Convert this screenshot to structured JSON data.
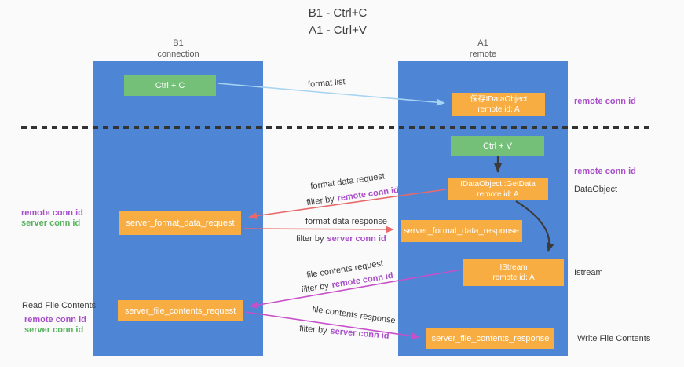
{
  "title": {
    "line1": "B1 - Ctrl+C",
    "line2": "A1 - Ctrl+V"
  },
  "columns": {
    "left": {
      "name": "B1",
      "role": "connection"
    },
    "right": {
      "name": "A1",
      "role": "remote"
    }
  },
  "nodes": {
    "ctrl_c": {
      "label": "Ctrl + C"
    },
    "ctrl_v": {
      "label": "Ctrl + V"
    },
    "save_dataobject": {
      "line1": "保存IDataObject",
      "line2": "remote id: A"
    },
    "getdata": {
      "line1": "IDataObject::GetData",
      "line2": "remote id: A"
    },
    "istream": {
      "line1": "IStream",
      "line2": "remote id: A"
    },
    "format_request": {
      "label": "server_format_data_request"
    },
    "format_response": {
      "label": "server_format_data_response"
    },
    "file_request": {
      "label": "server_file_contents_request"
    },
    "file_response": {
      "label": "server_file_contents_response"
    }
  },
  "flow_labels": {
    "format_list": "format list",
    "format_data_request": "format data request",
    "format_data_response": "format data response",
    "file_contents_request": "file contents request",
    "file_contents_response": "file contents response",
    "filter_by": "filter by",
    "remote_conn_id": "remote conn id",
    "server_conn_id": "server conn id"
  },
  "side_labels": {
    "dataobject": "DataObject",
    "istream": "Istream",
    "read_file_contents": "Read File Contents",
    "write_file_contents": "Write File Contents",
    "remote_conn_id": "remote conn id",
    "server_conn_id": "server conn id"
  },
  "colors": {
    "background": "#fafafa",
    "column_blue": "#4e86d5",
    "node_green": "#74c078",
    "node_orange": "#f8ad42",
    "arrow_black": "#3b3b3b",
    "arrow_red": "#e8696b",
    "arrow_magenta": "#c750c9",
    "arrow_lightblue": "#a6d4f2",
    "text_purple": "#a84fc9",
    "text_green": "#56b25c",
    "text_dark": "#3a3a3a",
    "dashed_line": "#333333"
  }
}
